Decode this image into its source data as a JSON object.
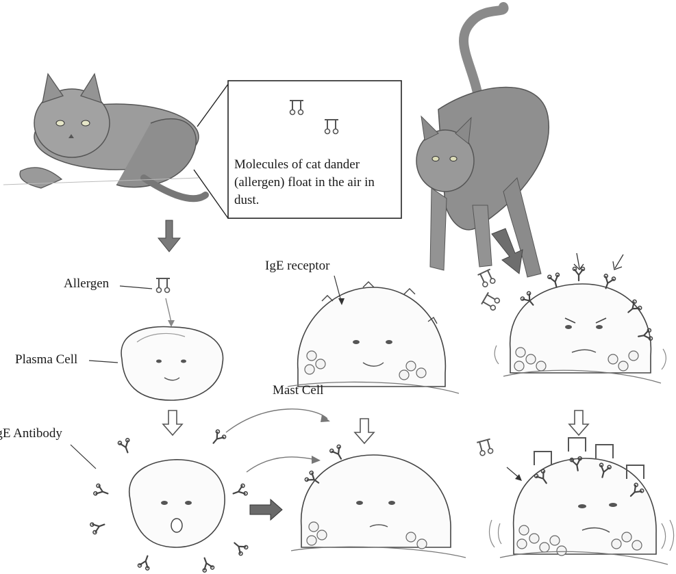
{
  "labels": {
    "callout": "Molecules of cat dander (allergen) float in the air in dust.",
    "allergen": "Allergen",
    "plasma_cell": "Plasma Cell",
    "ige_receptor": "IgE receptor",
    "mast_cell": "Mast Cell",
    "ige_antibody": "IgE Antibody"
  },
  "colors": {
    "ink": "#3a3a3a",
    "shade": "#9a9a9a",
    "cat_fill": "#8f8f8f",
    "arrow_fill": "#7a7a7a"
  },
  "icons": [
    "cat",
    "allergen-molecule",
    "plasma-cell",
    "mast-cell",
    "ige-antibody",
    "arrow-down"
  ]
}
